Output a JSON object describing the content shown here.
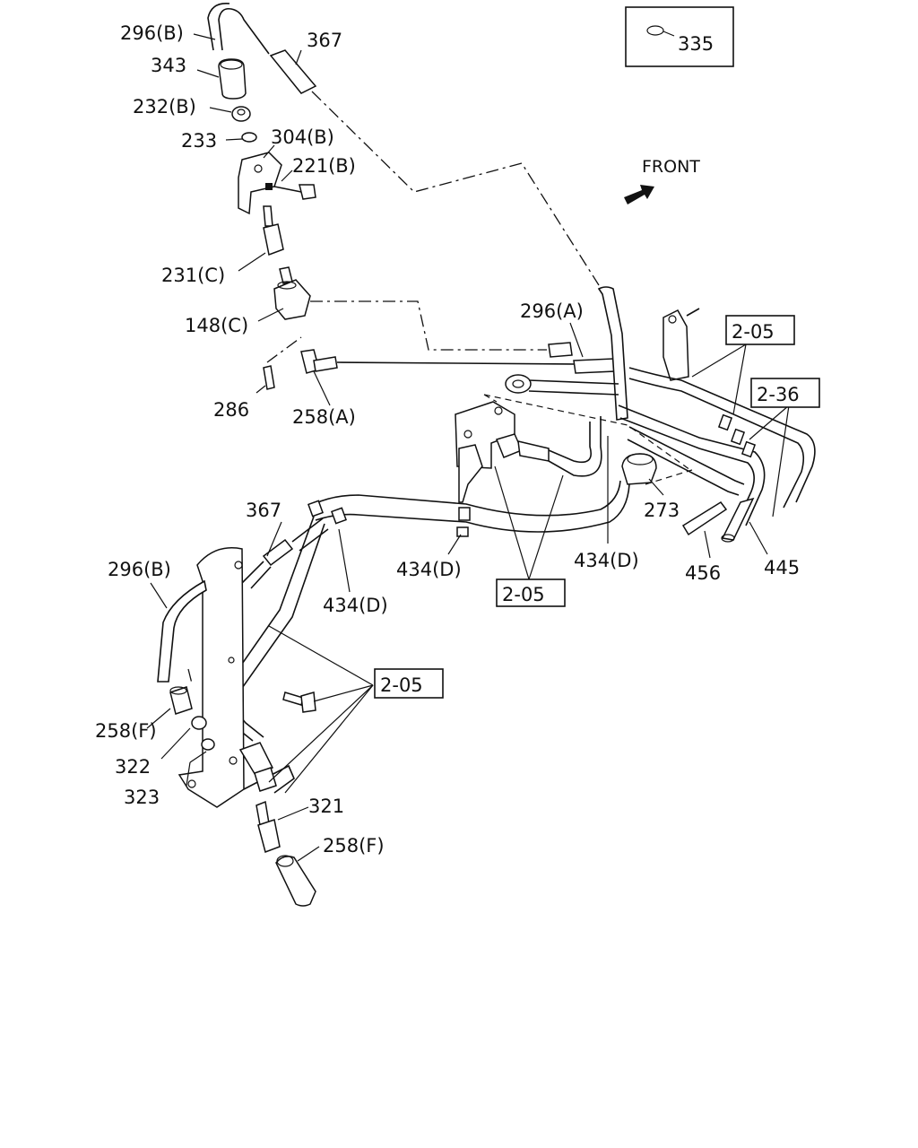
{
  "direction_label": "FRONT",
  "legend_part": "335",
  "callouts": {
    "p296b_top": "296(B)",
    "p367_top": "367",
    "p343": "343",
    "p232b": "232(B)",
    "p233": "233",
    "p304b": "304(B)",
    "p221b": "221(B)",
    "p231c": "231(C)",
    "p148c": "148(C)",
    "p286": "286",
    "p258a": "258(A)",
    "p296a": "296(A)",
    "p273": "273",
    "p434d_right": "434(D)",
    "p434d_mid": "434(D)",
    "p434d_left": "434(D)",
    "p456": "456",
    "p445": "445",
    "p367_bottom": "367",
    "p296b_bottom": "296(B)",
    "p258f_left": "258(F)",
    "p322": "322",
    "p323": "323",
    "p321": "321",
    "p258f_bottom": "258(F)"
  },
  "section_refs": {
    "ref_205_upper": "2-05",
    "ref_236": "2-36",
    "ref_205_middle": "2-05",
    "ref_205_lower": "2-05"
  }
}
